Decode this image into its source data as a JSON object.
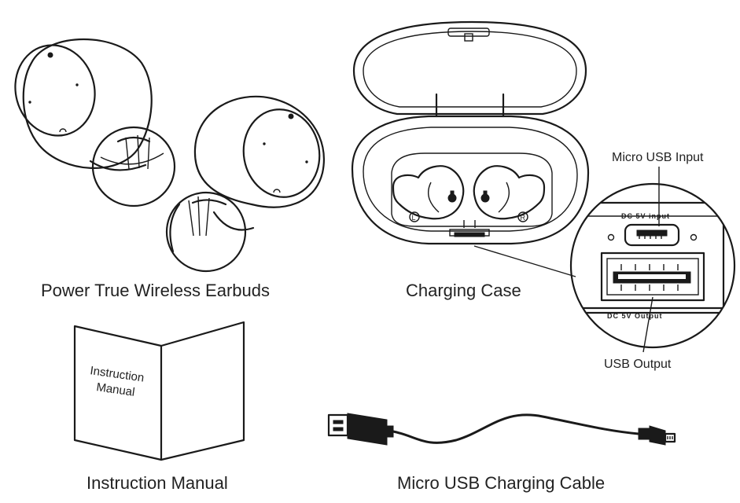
{
  "items": [
    {
      "id": "earbuds",
      "caption": "Power True Wireless Earbuds"
    },
    {
      "id": "case",
      "caption": "Charging Case"
    },
    {
      "id": "manual",
      "caption": "Instruction Manual"
    },
    {
      "id": "cable",
      "caption": "Micro USB Charging Cable"
    }
  ],
  "callouts": {
    "micro_usb_input": "Micro USB Input",
    "usb_output": "USB Output"
  },
  "manual_cover": {
    "line1": "Instruction",
    "line2": "Manual"
  },
  "case_labels": {
    "left": "L",
    "right": "R"
  },
  "port_labels": {
    "input_label": "DC 5V input",
    "output_label": "DC 5V Output"
  }
}
